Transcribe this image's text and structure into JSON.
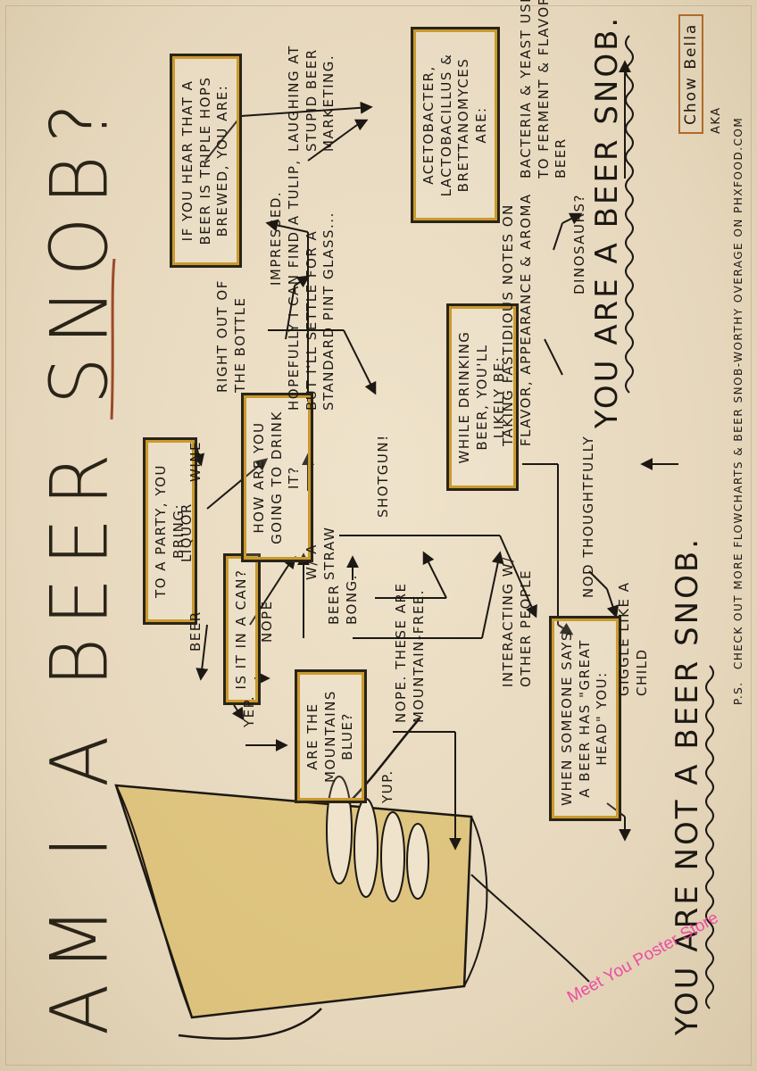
{
  "title": "AM I A BEER SNOB?",
  "nodes": {
    "party": "To a party, you bring:",
    "can": "Is it in a can?",
    "mountains": "Are the mountains blue?",
    "drink": "How are you going to drink it?",
    "triple_hops": "If you hear that a beer is triple hops brewed, you are:",
    "while_drinking": "While drinking beer, you'll likely be:",
    "bacteria": "Acetobacter, Lactobacillus & Brettanomyces are:",
    "great_head": "When someone says a beer has \"great head\" you:"
  },
  "edges": {
    "beer": "Beer",
    "liquor": "Liquor",
    "wine": "Wine",
    "nope": "Nope",
    "yep": "Yep.",
    "yup": "Yup.",
    "nope_mountain": "Nope. These are mountain-free.",
    "beer_bong": "Beer bong.",
    "straw": "W/ a straw",
    "shotgun": "Shotgun!",
    "bottle": "Right out of the bottle",
    "tulip": "Hopefully I can find a tulip, but I'll settle for a standard pint glass...",
    "impressed": "Impressed.",
    "laughing": "Laughing at stupid beer marketing.",
    "tasting": "Taking fastidious notes on flavor, appearance & aroma",
    "interacting": "Interacting w/ other people",
    "dinosaurs": "Dinosaurs?",
    "yeast": "Bacteria & yeast used to ferment & flavor beer",
    "nod": "Nod thoughtfully",
    "giggle": "Giggle like a child"
  },
  "results": {
    "snob": "You are a beer snob.",
    "not_snob": "You are not a beer snob."
  },
  "credit": {
    "name": "Chow Bella",
    "aka": "aka",
    "ps": "P.S.",
    "footer": "Check out more flowcharts & beer snob-worthy overage on phxfood.com"
  },
  "watermark": "Meet You Poster Store",
  "colors": {
    "paper": "#e9dcc3",
    "ink": "#1c1813",
    "box_accent": "#c99a2e",
    "beer": "#d6b24a",
    "title_underline": "#9a4a2a",
    "watermark": "#f03ea0"
  }
}
